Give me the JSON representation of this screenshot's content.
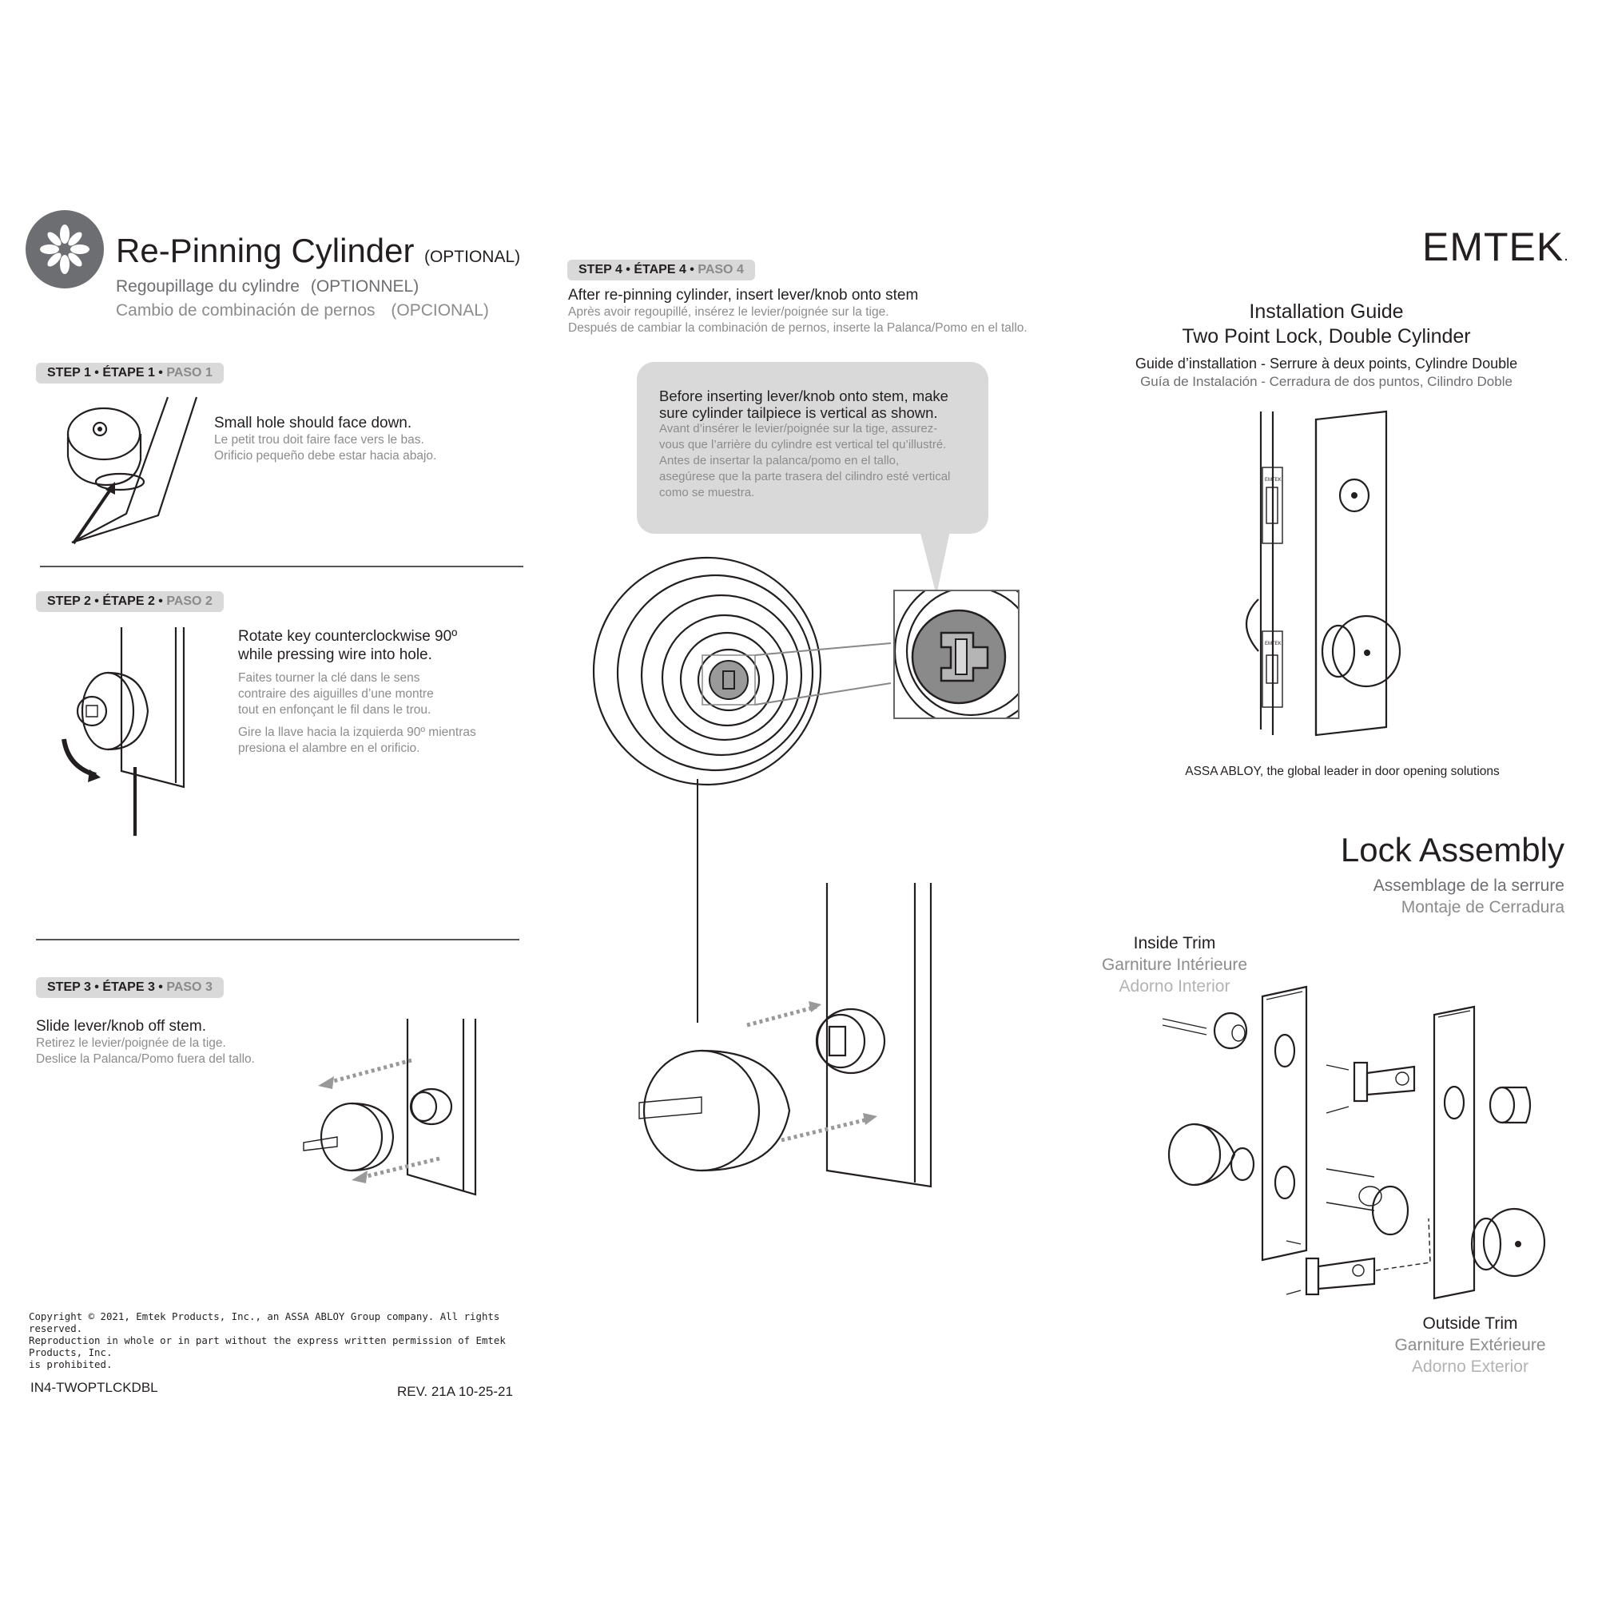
{
  "header": {
    "title": "Re-Pinning Cylinder",
    "title_note": "(OPTIONAL)",
    "subtitle_fr": "Regoupillage du cylindre",
    "subtitle_fr_note": "(OPTIONNEL)",
    "subtitle_es": "Cambio de combinación de pernos",
    "subtitle_es_note": "(OPCIONAL)"
  },
  "brand": {
    "logo_text": "EMTEK",
    "logo_mark": ".",
    "icon": "flower-badge-icon",
    "accent_color": "#6d6e71"
  },
  "step1": {
    "label_en": "STEP 1 •",
    "label_fr": "ÉTAPE 1 •",
    "label_es": "PASO 1",
    "heading": "Small hole should face down.",
    "fr": "Le petit trou doit faire face vers le bas.",
    "es": "Orificio pequeño debe estar hacia abajo."
  },
  "step2": {
    "label_en": "STEP 2 •",
    "label_fr": "ÉTAPE 2 •",
    "label_es": "PASO 2",
    "heading_1": "Rotate key counterclockwise 90º",
    "heading_2": "while pressing wire into hole.",
    "fr_1": "Faites tourner la clé dans le sens",
    "fr_2": "contraire des aiguilles d’une montre",
    "fr_3": "tout en enfonçant le fil dans le trou.",
    "es_1": "Gire la llave hacia la izquierda 90º mientras",
    "es_2": "presiona el alambre en el orificio."
  },
  "step3": {
    "label_en": "STEP 3 •",
    "label_fr": "ÉTAPE 3 •",
    "label_es": "PASO 3",
    "heading": "Slide lever/knob off stem.",
    "fr": "Retirez le levier/poignée de la tige.",
    "es": "Deslice la Palanca/Pomo fuera del tallo."
  },
  "step4": {
    "label_en": "STEP 4 •",
    "label_fr": "ÉTAPE 4 •",
    "label_es": "PASO 4",
    "heading": "After re-pinning cylinder, insert lever/knob onto stem",
    "fr": "Après avoir regoupillé, insérez le levier/poignée sur la tige.",
    "es": "Después de cambiar la combinación de pernos, inserte la Palanca/Pomo en el tallo."
  },
  "callout": {
    "en_1": "Before inserting lever/knob onto stem, make",
    "en_2": "sure cylinder tailpiece is vertical as shown.",
    "fr_1": "Avant d’insérer le levier/poignée sur la tige, assurez-",
    "fr_2": "vous que l’arrière du cylindre est vertical tel qu’illustré.",
    "es_1": "Antes de insertar la palanca/pomo en el tallo,",
    "es_2": "asegúrese que la parte trasera del cilindro esté vertical",
    "es_3": "como se muestra.",
    "bg_color": "#d9d9d9"
  },
  "guide": {
    "title_1": "Installation Guide",
    "title_2": "Two Point Lock, Double Cylinder",
    "fr": "Guide d’installation - Serrure à deux points, Cylindre Double",
    "es": "Guía de Instalación - Cerradura de dos puntos, Cilindro Doble",
    "plate_text": "EMTEK",
    "tagline": "ASSA ABLOY, the global leader in door opening solutions"
  },
  "assembly": {
    "title": "Lock Assembly",
    "fr": "Assemblage de la serrure",
    "es": "Montaje de Cerradura",
    "inside_en": "Inside Trim",
    "inside_fr": "Garniture Intérieure",
    "inside_es": "Adorno Interior",
    "outside_en": "Outside Trim",
    "outside_fr": "Garniture Extérieure",
    "outside_es": "Adorno Exterior"
  },
  "footer": {
    "copyright_1": "Copyright © 2021, Emtek Products, Inc., an ASSA ABLOY Group company. All rights reserved.",
    "copyright_2": "Reproduction in whole or in part without the express written permission of Emtek Products, Inc.",
    "copyright_3": "is prohibited.",
    "doc_code": "IN4-TWOPTLCKDBL",
    "revision": "REV. 21A  10-25-21"
  }
}
